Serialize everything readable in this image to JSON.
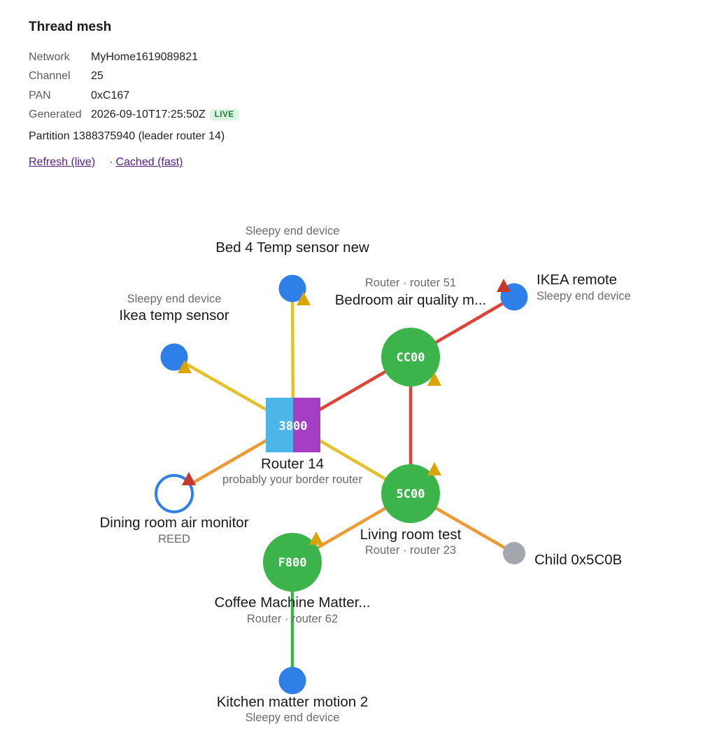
{
  "header": {
    "title": "Thread mesh",
    "meta": [
      {
        "key": "Network",
        "value": "MyHome1619089821"
      },
      {
        "key": "Channel",
        "value": "25"
      },
      {
        "key": "PAN",
        "value": "0xC167"
      },
      {
        "key": "Generated",
        "value": "2026-09-10T17:25:50Z",
        "badge": "LIVE"
      }
    ],
    "partition": "Partition 1388375940 (leader router 14)",
    "links": {
      "refresh": "Refresh (live)",
      "separator": "·",
      "cached": "Cached (fast)"
    }
  },
  "colors": {
    "router": "#3cb44b",
    "sleepy_end_device": "#2f7fe8",
    "child": "#a4a8ae",
    "border_router_left": "#4cb6e8",
    "border_router_right": "#a43fc4",
    "link_good": "#e4c02c",
    "link_fair": "#ee9a34",
    "link_poor": "#de4539",
    "link_strong": "#3cb44b",
    "warning_yellow": "#d9a404",
    "warning_red": "#c7372b"
  },
  "nodes": {
    "br": {
      "id": "3800",
      "name": "Router 14",
      "sub": "probably your border router"
    },
    "cc00": {
      "id": "CC00",
      "name": "Bedroom air quality m...",
      "sub": "Router · router 51"
    },
    "r5c00": {
      "id": "5C00",
      "name": "Living room test",
      "sub": "Router · router 23"
    },
    "f800": {
      "id": "F800",
      "name": "Coffee Machine Matter...",
      "sub": "Router · router 62"
    },
    "bed4": {
      "name": "Bed 4 Temp sensor new",
      "sub": "Sleepy end device"
    },
    "ikeaTemp": {
      "name": "Ikea temp sensor",
      "sub": "Sleepy end device"
    },
    "ikeaRemote": {
      "name": "IKEA remote",
      "sub": "Sleepy end device"
    },
    "dining": {
      "name": "Dining room air monitor",
      "sub": "REED"
    },
    "child": {
      "name": "Child 0x5C0B"
    },
    "kitchen": {
      "name": "Kitchen matter motion 2",
      "sub": "Sleepy end device"
    }
  },
  "edges": [
    {
      "from": "br",
      "to": "bed4",
      "quality": "good"
    },
    {
      "from": "br",
      "to": "ikeaTemp",
      "quality": "good"
    },
    {
      "from": "br",
      "to": "cc00",
      "quality": "poor"
    },
    {
      "from": "br",
      "to": "r5c00",
      "quality": "good"
    },
    {
      "from": "br",
      "to": "dining",
      "quality": "fair"
    },
    {
      "from": "cc00",
      "to": "ikeaRemote",
      "quality": "poor"
    },
    {
      "from": "cc00",
      "to": "r5c00",
      "quality": "poor"
    },
    {
      "from": "r5c00",
      "to": "f800",
      "quality": "fair"
    },
    {
      "from": "r5c00",
      "to": "child",
      "quality": "fair"
    },
    {
      "from": "f800",
      "to": "kitchen",
      "quality": "strong"
    }
  ]
}
